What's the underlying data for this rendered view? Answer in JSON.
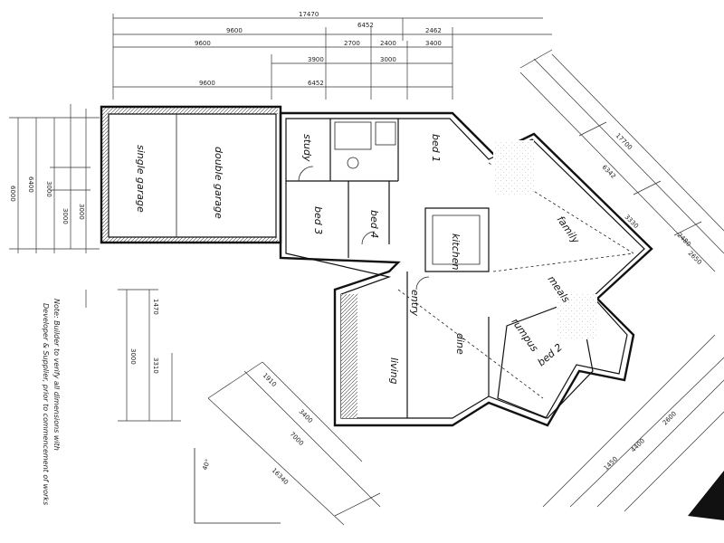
{
  "rooms": {
    "single_garage": "single garage",
    "double_garage": "double garage",
    "study": "study",
    "bed1": "bed 1",
    "bed3": "bed 3",
    "bed4": "bed 4",
    "kitchen": "kitchen",
    "family": "family",
    "meals": "meals",
    "entry": "entry",
    "dine": "dine",
    "living": "living",
    "rumpus": "rumpus",
    "bed2": "bed 2"
  },
  "dimensions": {
    "top_total": "17470",
    "top_a": "9600",
    "top_b": "6452",
    "top_c": "2700",
    "top_d": "2400",
    "top_e": "3400",
    "top_f": "2462",
    "top_g": "3900",
    "top_h": "3000",
    "left_total": "6000",
    "left_a": "6400",
    "left_b": "3000",
    "left_c": "3000",
    "right_total": "17700",
    "right_a": "6342",
    "right_b": "3330",
    "right_c": "2480",
    "right_d": "2650",
    "bottom_a": "16340",
    "bottom_b": "7000",
    "bottom_c": "3400",
    "bottom_d": "1910",
    "bottom_e": "1450",
    "bottom_f": "4400",
    "bottom_g": "2600",
    "mid_a": "1470",
    "mid_b": "3310",
    "mid_c": "3000",
    "mid_d": "3000",
    "angle": "40°"
  },
  "notes": {
    "line1": "Note: Builder to verify all dimensions with",
    "line2": "Developer & Supplier, prior to commencement of works"
  }
}
